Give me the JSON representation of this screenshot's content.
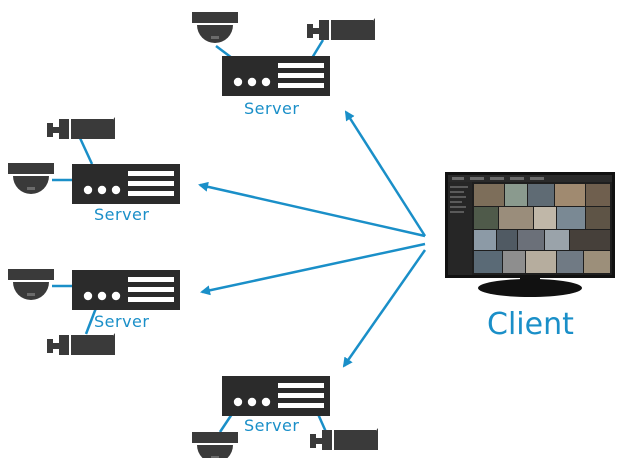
{
  "nodes": {
    "servers": [
      {
        "label": "Server"
      },
      {
        "label": "Server"
      },
      {
        "label": "Server"
      },
      {
        "label": "Server"
      }
    ],
    "client": {
      "label": "Client"
    }
  },
  "colors": {
    "accent": "#1a8fc8",
    "device": "#2b2b2b",
    "camera": "#3a3a3a"
  },
  "icons": {
    "server": "server-icon",
    "dome_camera": "dome-camera-icon",
    "bullet_camera": "bullet-camera-icon",
    "monitor": "monitor-icon"
  }
}
